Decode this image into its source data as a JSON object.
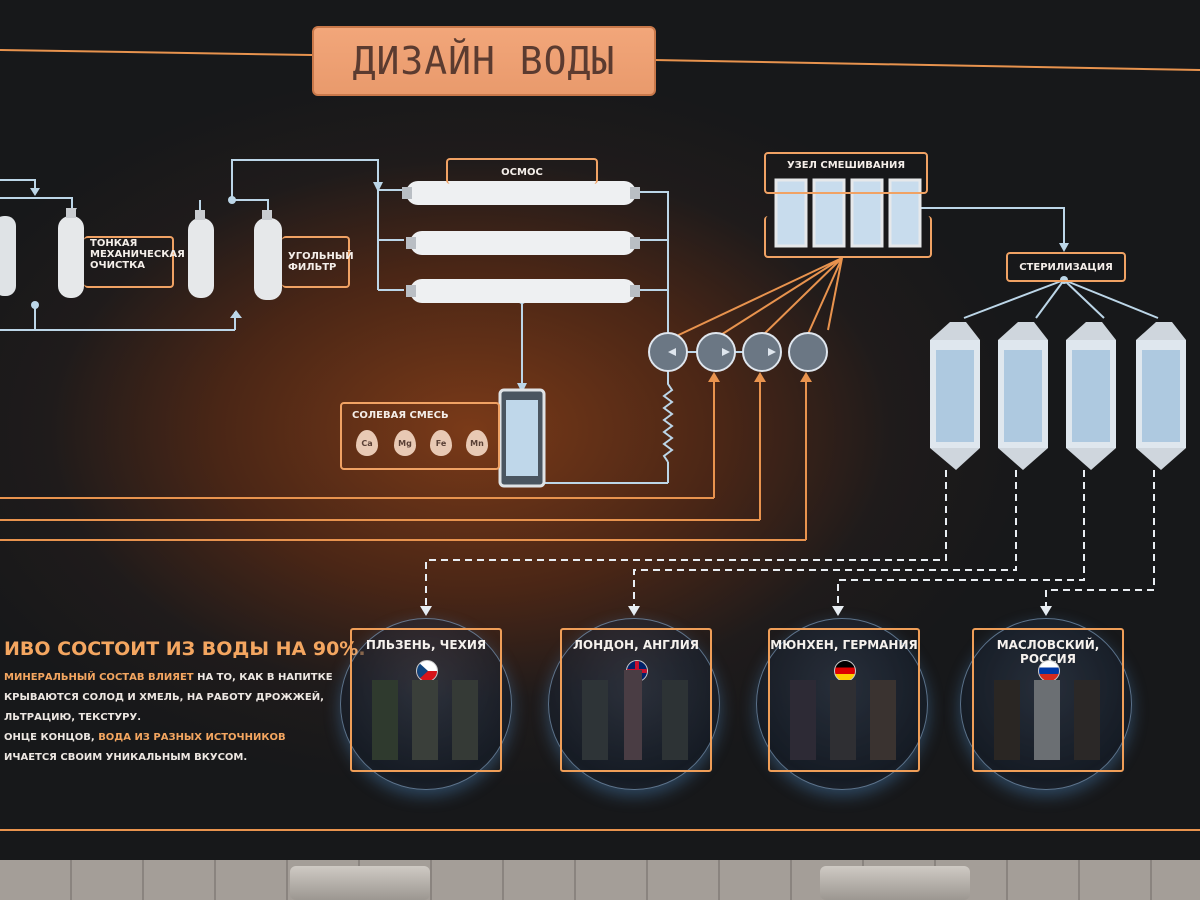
{
  "title": "ДИЗАЙН ВОДЫ",
  "labels": {
    "fine_filter": [
      "ТОНКАЯ",
      "МЕХАНИЧЕСКАЯ",
      "ОЧИСТКА"
    ],
    "carbon_filter": [
      "УГОЛЬНЫЙ",
      "ФИЛЬТР"
    ],
    "osmosis": "ОСМОС",
    "mixing": "УЗЕЛ СМЕШИВАНИЯ",
    "sterilization": "СТЕРИЛИЗАЦИЯ",
    "salt_mix": "СОЛЕВАЯ СМЕСЬ"
  },
  "minerals": [
    "Ca",
    "Mg",
    "Fe",
    "Mn"
  ],
  "text": {
    "headline": "ИВО СОСТОИТ ИЗ ВОДЫ НА 90%.",
    "line1_hl": "МИНЕРАЛЬНЫЙ СОСТАВ ВЛИЯЕТ",
    "line1_rest": " НА ТО, КАК В НАПИТКЕ",
    "line2": "КРЫВАЮТСЯ СОЛОД И ХМЕЛЬ, НА РАБОТУ ДРОЖЖЕЙ,",
    "line3": "ЛЬТРАЦИЮ, ТЕКСТУРУ.",
    "line4_pre": "ОНЦЕ КОНЦОВ, ",
    "line4_hl": "ВОДА ИЗ РАЗНЫХ ИСТОЧНИКОВ",
    "line5": "ИЧАЕТСЯ СВОИМ УНИКАЛЬНЫМ ВКУСОМ."
  },
  "cities": [
    {
      "name": "ПЛЬЗЕНЬ, ЧЕХИЯ",
      "flag": "czech-flag"
    },
    {
      "name": "ЛОНДОН, АНГЛИЯ",
      "flag": "uk-flag"
    },
    {
      "name": "МЮНХЕН, ГЕРМАНИЯ",
      "flag": "germany-flag"
    },
    {
      "name": "МАСЛОВСКИЙ, РОССИЯ",
      "flag": "russia-flag"
    }
  ],
  "colors": {
    "accent": "#f0a264",
    "tank": "#dfe9f2"
  }
}
